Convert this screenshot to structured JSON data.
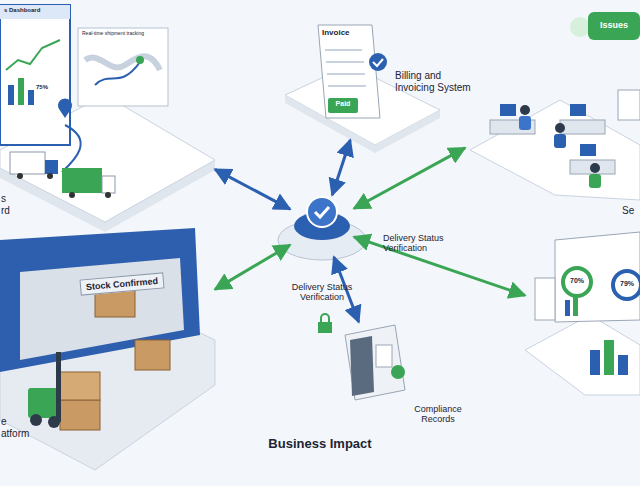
{
  "diagram": {
    "title": "Business Impact",
    "nodes": [
      {
        "text": [
          "s Dashboard",
          "Real-time shipment tracking",
          "75%",
          "s rd"
        ]
      },
      {
        "text": [
          "Invoice",
          "Paid",
          "Billing and Invoicing System"
        ]
      },
      {
        "text": [
          "Issues",
          "Se"
        ]
      },
      {
        "text": [
          "Delivery Status Verification"
        ]
      },
      {
        "text": [
          "Stock Confirmed",
          "e atform"
        ]
      },
      {
        "text": [
          "Compliance Records"
        ]
      },
      {
        "text": [
          "70%",
          "79%"
        ]
      }
    ],
    "edges": [
      {
        "from": 3,
        "to": 0,
        "arrow": "both"
      },
      {
        "from": 3,
        "to": 1,
        "arrow": "both"
      },
      {
        "from": 3,
        "to": 2,
        "arrow": "both"
      },
      {
        "from": 3,
        "to": 4,
        "arrow": "both"
      },
      {
        "from": 3,
        "to": 5,
        "arrow": "both"
      },
      {
        "from": 3,
        "to": 6,
        "arrow": "both"
      }
    ],
    "labels": [
      "Delivery Status Verification"
    ]
  }
}
